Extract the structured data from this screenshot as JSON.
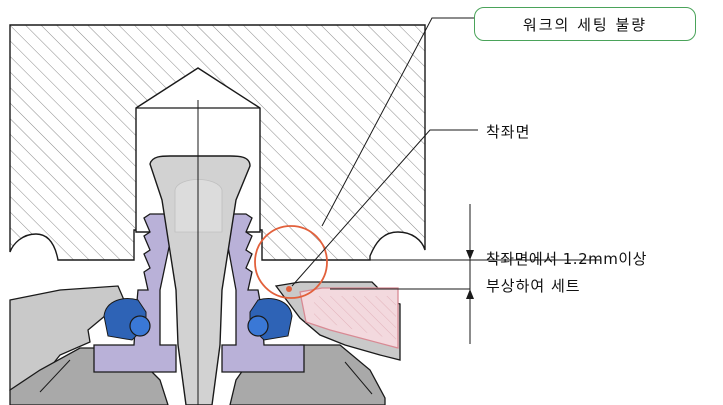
{
  "labels": {
    "callout": "워크의 세팅 불량",
    "seating_surface": "착좌면",
    "lift_line1": "착좌면에서 1.2mm이상",
    "lift_line2": "부상하여 세트"
  },
  "colors": {
    "outline": "#1a1a1a",
    "hatch": "#7a7a7a",
    "body_gray": "#c9c9c9",
    "body_gray_dark": "#a9a9a9",
    "purple_part": "#b9b1d8",
    "blue_ring": "#2e63b6",
    "pink_part": "#f3d9de",
    "pink_outline": "#d88a94",
    "highlight_circle": "#e2603b",
    "callout_border": "#4aa35a"
  }
}
